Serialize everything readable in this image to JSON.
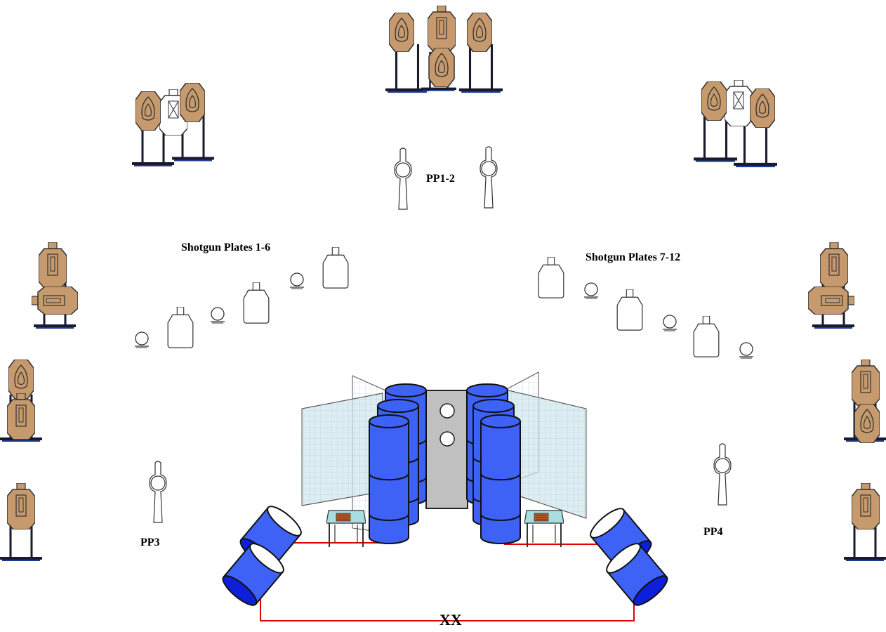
{
  "labels": {
    "pp12": "PP1-2",
    "pp3": "PP3",
    "pp4": "PP4",
    "plates_left": "Shotgun Plates 1-6",
    "plates_right": "Shotgun Plates 7-12",
    "start": "XX"
  },
  "colors": {
    "cardboard": "#c69a6d",
    "barrel": "#3d62f5",
    "barrel_dark": "#0d1fd8",
    "fault_line": "#e00000",
    "wall": "#c0c0c0",
    "glass": "#cfe6ec",
    "stand": "#1a1a2e",
    "stand_base": "#1f3a93"
  },
  "icons": {
    "cardboard_target": "ipsc-cardboard-target-icon",
    "no_shoot": "white-no-shoot-target-icon",
    "popper": "pepper-popper-icon",
    "plate": "steel-plate-icon",
    "barrel": "barrel-icon",
    "table": "ammo-table-icon"
  }
}
